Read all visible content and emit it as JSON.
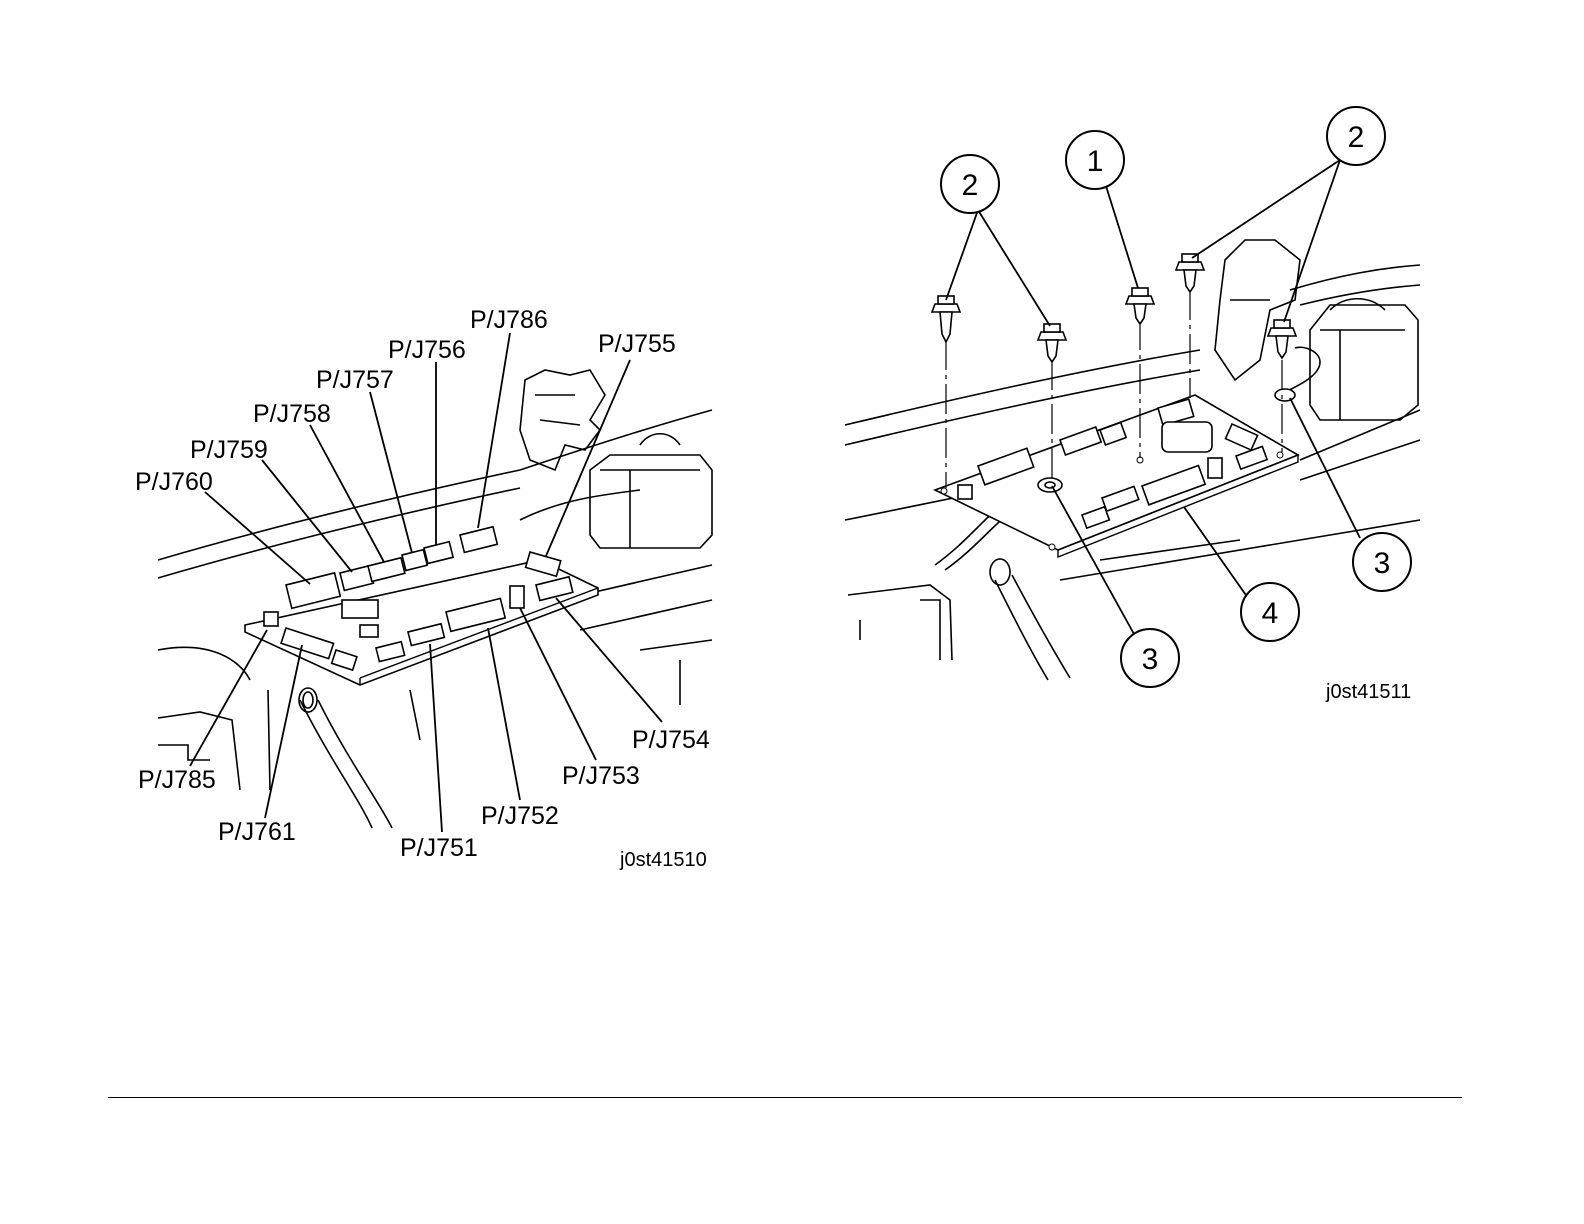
{
  "figure_left": {
    "id": "j0st41510",
    "labels": {
      "pj786": "P/J786",
      "pj756": "P/J756",
      "pj755": "P/J755",
      "pj757": "P/J757",
      "pj758": "P/J758",
      "pj759": "P/J759",
      "pj760": "P/J760",
      "pj754": "P/J754",
      "pj753": "P/J753",
      "pj785": "P/J785",
      "pj752": "P/J752",
      "pj761": "P/J761",
      "pj751": "P/J751"
    }
  },
  "figure_right": {
    "id": "j0st41511",
    "callouts": {
      "c1": "1",
      "c2_left": "2",
      "c2_right": "2",
      "c3_center": "3",
      "c3_right": "3",
      "c4": "4"
    }
  }
}
